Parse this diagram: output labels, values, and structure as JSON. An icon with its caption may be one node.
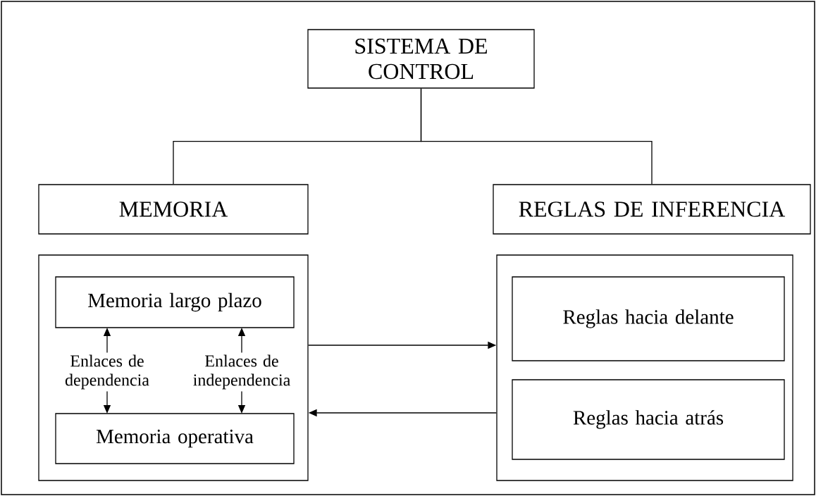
{
  "diagram": {
    "nodes": [
      {
        "text": [
          "SISTEMA DE CONTROL"
        ]
      },
      {
        "text": [
          "MEMORIA"
        ]
      },
      {
        "text": [
          "REGLAS DE INFERENCIA"
        ]
      },
      {
        "text": [],
        "shape": "box"
      },
      {
        "text": [
          "Memoria largo plazo"
        ],
        "in": 3
      },
      {
        "text": [
          "Memoria operativa"
        ],
        "in": 3
      },
      {
        "text": [],
        "shape": "box"
      },
      {
        "text": [
          "Reglas hacia delante"
        ],
        "in": 6
      },
      {
        "text": [
          "Reglas hacia atrás"
        ],
        "in": 6
      }
    ],
    "edges": [
      {
        "from": 0,
        "to": 1,
        "arrow": "none"
      },
      {
        "from": 0,
        "to": 2,
        "arrow": "none"
      },
      {
        "from": 4,
        "to": 5,
        "arrow": "both",
        "label": "Enlaces de dependencia"
      },
      {
        "from": 4,
        "to": 5,
        "arrow": "both",
        "label": "Enlaces de independencia"
      },
      {
        "from": 3,
        "to": 6,
        "arrow": "to"
      },
      {
        "from": 6,
        "to": 3,
        "arrow": "to"
      }
    ]
  }
}
